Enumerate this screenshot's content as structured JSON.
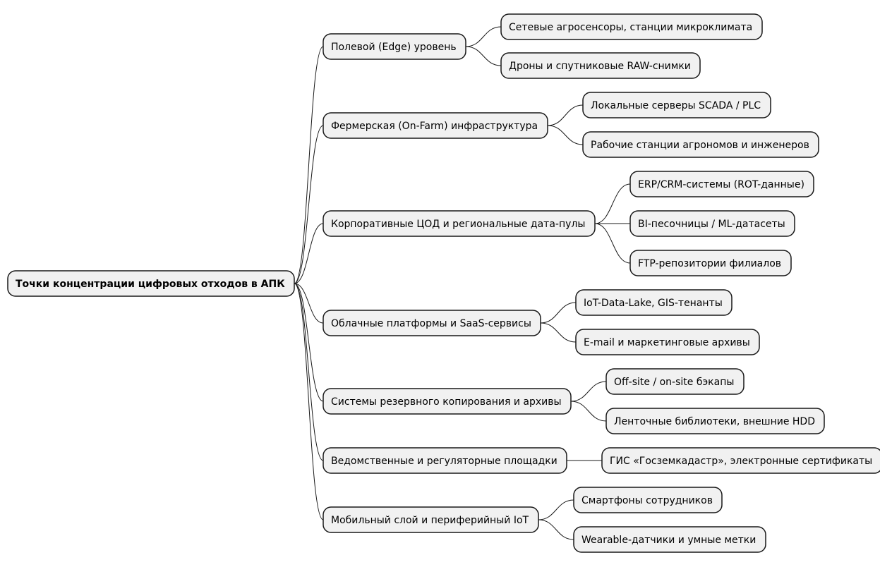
{
  "root": {
    "label": "Точки концентрации цифровых отходов в АПК"
  },
  "branches": [
    {
      "label": "Полевой (Edge) уровень",
      "children": [
        "Сетевые агросенсоры, станции микроклимата",
        "Дроны и спутниковые RAW-снимки"
      ]
    },
    {
      "label": "Фермерская (On-Farm) инфраструктура",
      "children": [
        "Локальные серверы SCADA / PLC",
        "Рабочие станции агрономов и инженеров"
      ]
    },
    {
      "label": "Корпоративные ЦОД и региональные дата-пулы",
      "children": [
        "ERP/CRM-системы (ROT-данные)",
        "BI-песочницы / ML-датасеты",
        "FTP-репозитории филиалов"
      ]
    },
    {
      "label": "Облачные платформы и SaaS-сервисы",
      "children": [
        "IoT-Data-Lake, GIS-тенанты",
        "E-mail и маркетинговые архивы"
      ]
    },
    {
      "label": "Системы резервного копирования и архивы",
      "children": [
        "Off-site / on-site бэкапы",
        "Ленточные библиотеки, внешние HDD"
      ]
    },
    {
      "label": "Ведомственные и регуляторные площадки",
      "children": [
        "ГИС «Госземкадастр», электронные сертификаты"
      ]
    },
    {
      "label": "Мобильный слой и периферийный IoT",
      "children": [
        "Смартфоны сотрудников",
        "Wearable-датчики и умные метки"
      ]
    }
  ]
}
